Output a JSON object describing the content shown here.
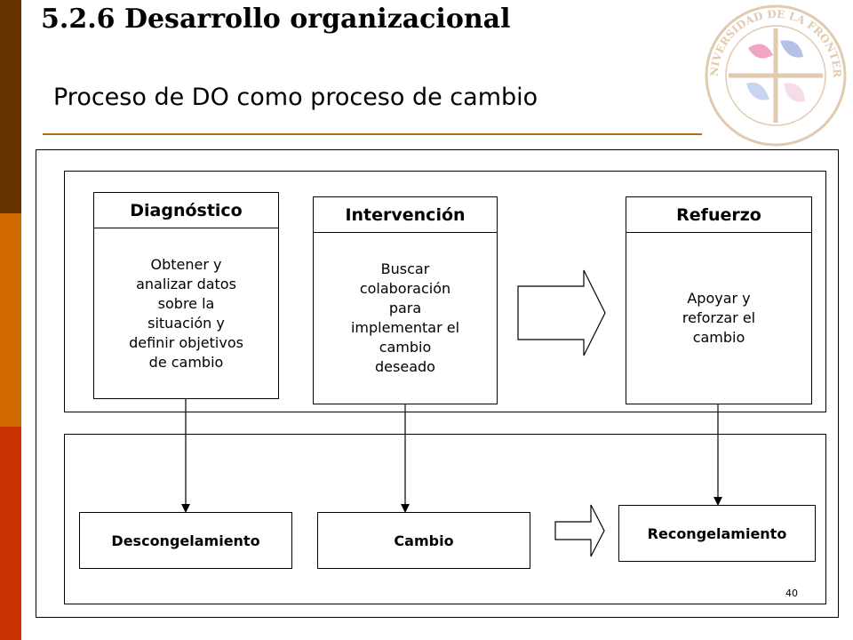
{
  "header": {
    "title": "5.2.6   Desarrollo organizacional",
    "subtitle": "Proceso de DO como proceso de cambio"
  },
  "logo": {
    "text": "UNIVERSIDAD DE LA FRONTERA",
    "colors": [
      "#e85a9a",
      "#f0c0d8",
      "#9bb2e8",
      "#7a8fd8",
      "#c8a070"
    ]
  },
  "diagram": {
    "phases": [
      {
        "title": "Diagnóstico",
        "body": "Obtener y\nanalizar datos\nsobre la\nsituación y\ndefinir objetivos\nde cambio"
      },
      {
        "title": "Intervención",
        "body": "Buscar\ncolaboración\npara\nimplementar el\ncambio\ndeseado"
      },
      {
        "title": "Refuerzo",
        "body": "Apoyar y\nreforzar el\ncambio"
      }
    ],
    "stages": [
      "Descongelamiento",
      "Cambio",
      "Recongelamiento"
    ]
  },
  "footer": {
    "page_number": "40"
  },
  "colors": {
    "bar_top": "#663300",
    "bar_mid": "#d06a00",
    "bar_bottom": "#c83200",
    "rule": "#b06a1e"
  }
}
